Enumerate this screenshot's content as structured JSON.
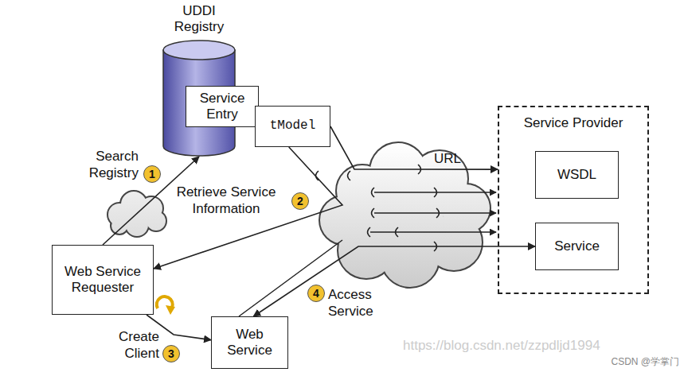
{
  "diagram": {
    "nodes": [
      {
        "text": [
          "UDDI Registry"
        ]
      },
      {
        "text": [
          "Service Entry"
        ],
        "in": 0
      },
      {
        "text": [
          "tModel"
        ]
      },
      {
        "text": [
          "Service Provider"
        ]
      },
      {
        "text": [
          "WSDL"
        ],
        "in": 3
      },
      {
        "text": [
          "Service"
        ],
        "in": 3
      },
      {
        "text": [
          "Web Service Requester"
        ]
      },
      {
        "text": [
          "Web Service"
        ]
      }
    ],
    "edges": [
      {
        "from": 6,
        "to": 0,
        "arrow": "to",
        "label": "Search Registry"
      },
      {
        "from": 2,
        "to": 6,
        "arrow": "to",
        "label": "Retrieve Service Information"
      },
      {
        "from": 2,
        "to": 3,
        "arrow": "to",
        "label": "URL"
      },
      {
        "from": 6,
        "to": 7,
        "arrow": "to",
        "label": "Create Client"
      },
      {
        "from": 7,
        "to": 5,
        "arrow": "both",
        "label": "Access Service"
      }
    ],
    "labels": [
      "1",
      "2",
      "3",
      "4",
      "https://blog.csdn.net/zzpdljd1994",
      "CSDN @学掌门"
    ]
  }
}
